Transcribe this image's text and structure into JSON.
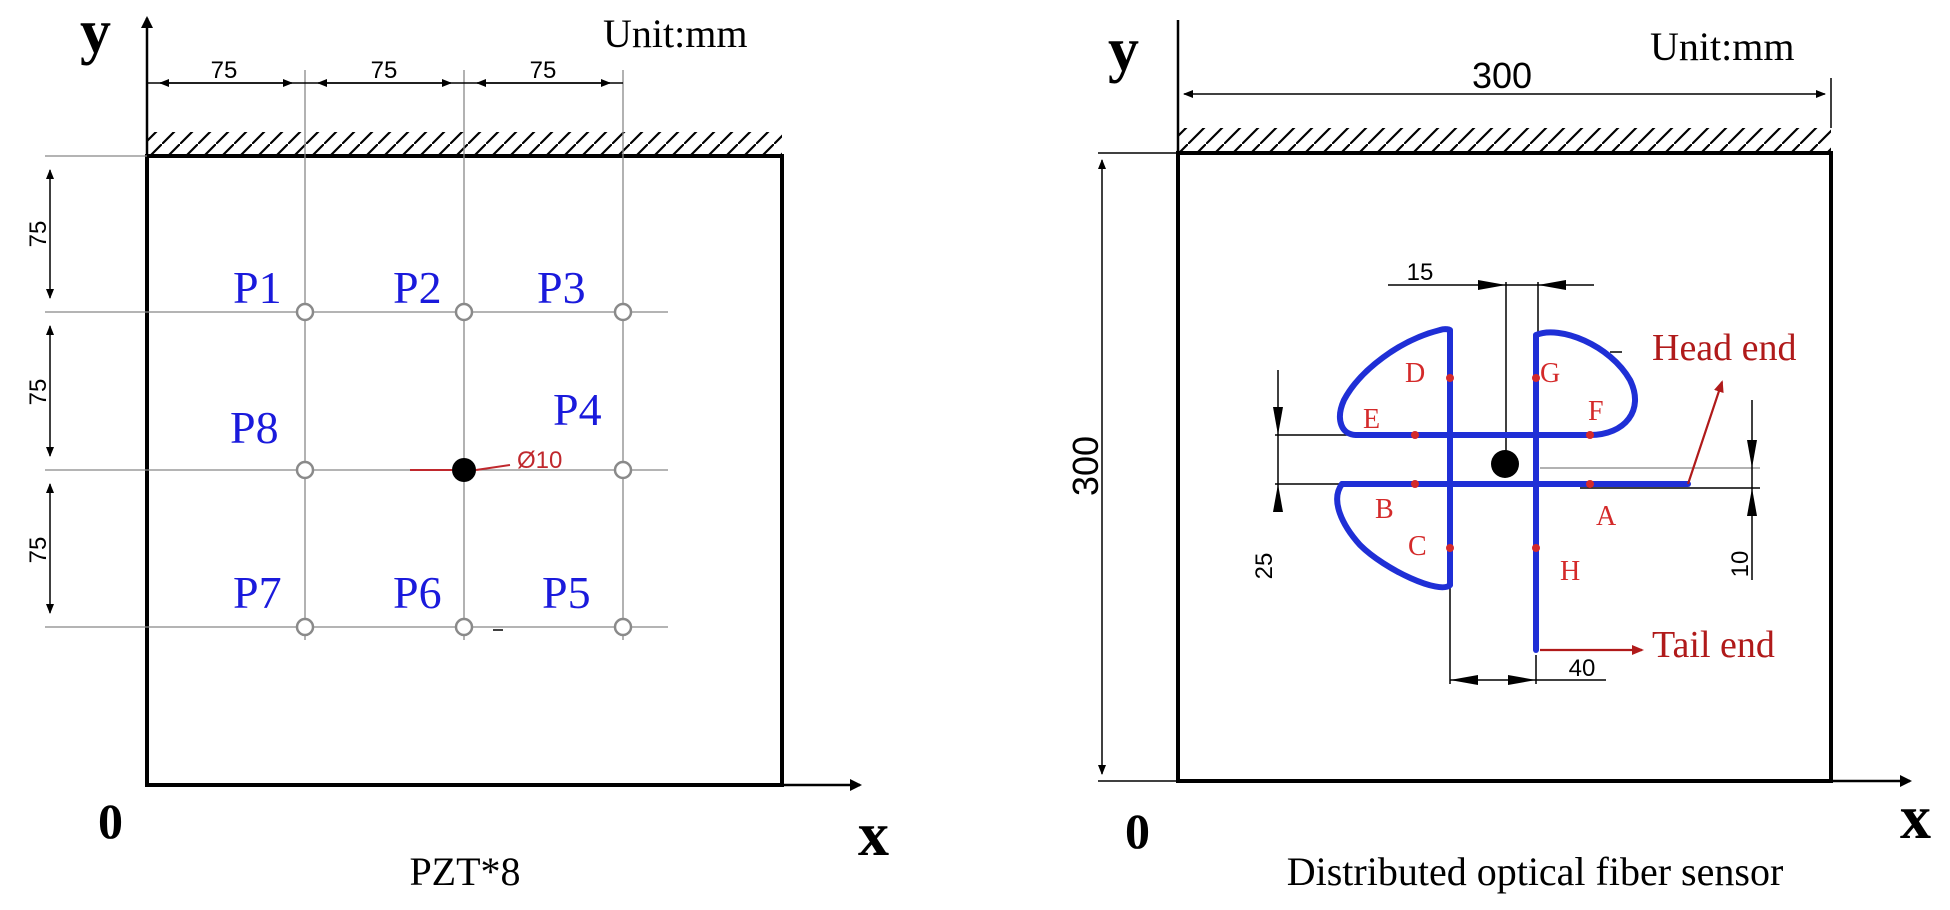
{
  "left": {
    "axis_y": "y",
    "axis_x": "x",
    "origin": "0",
    "unit": "Unit:mm",
    "top_dims": [
      "75",
      "75",
      "75"
    ],
    "side_dims": [
      "75",
      "75",
      "75"
    ],
    "sensors": [
      "P1",
      "P2",
      "P3",
      "P4",
      "P5",
      "P6",
      "P7",
      "P8"
    ],
    "hole_label": "Ø10",
    "caption": "PZT*8",
    "colors": {
      "sensor_label": "#1a1adc",
      "hole_dim": "#c0282d"
    }
  },
  "right": {
    "axis_y": "y",
    "axis_x": "x",
    "origin": "0",
    "unit": "Unit:mm",
    "width_dim": "300",
    "height_dim": "300",
    "dim_15": "15",
    "dim_25": "25",
    "dim_10": "10",
    "dim_40": "40",
    "points": [
      "A",
      "B",
      "C",
      "D",
      "E",
      "F",
      "G",
      "H"
    ],
    "head_end": "Head end",
    "tail_end": "Tail end",
    "caption": "Distributed optical fiber sensor",
    "colors": {
      "fiber": "#1f2fd6",
      "point": "#d42a2a",
      "annotation": "#b01a1a"
    }
  }
}
